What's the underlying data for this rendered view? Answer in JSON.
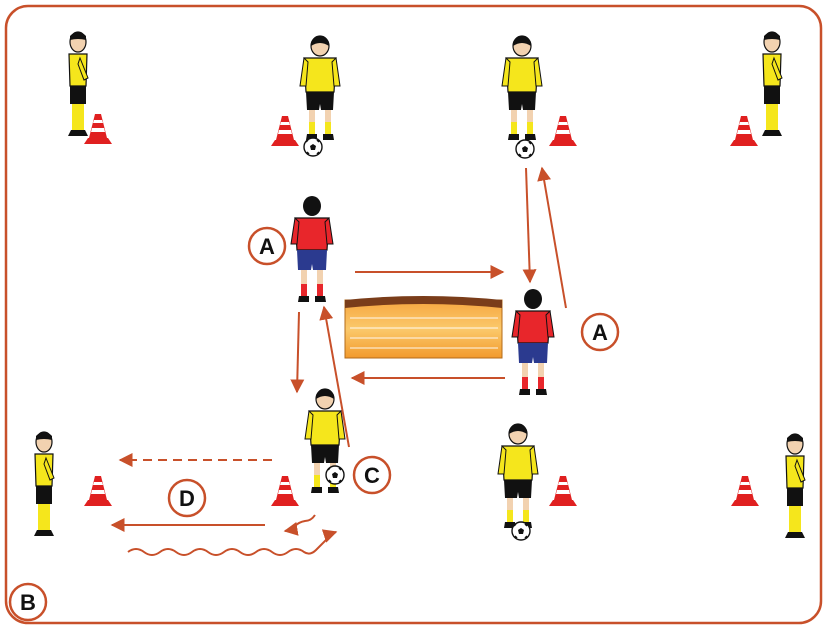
{
  "labels": {
    "a_left": "A",
    "a_right": "A",
    "b": "B",
    "c": "C",
    "d": "D"
  },
  "colors": {
    "field_border": "#c8502a",
    "arrow": "#c8502a",
    "yellow_shirt": "#f5e61c",
    "red_shirt": "#e8262b",
    "blue_shorts": "#2b3a8f",
    "cone": "#e02020",
    "label_circle": "#c8502a"
  },
  "icons": {
    "player": "player-icon",
    "cone": "cone-icon",
    "ball": "ball-icon",
    "mini_goal": "hurdle-icon"
  }
}
